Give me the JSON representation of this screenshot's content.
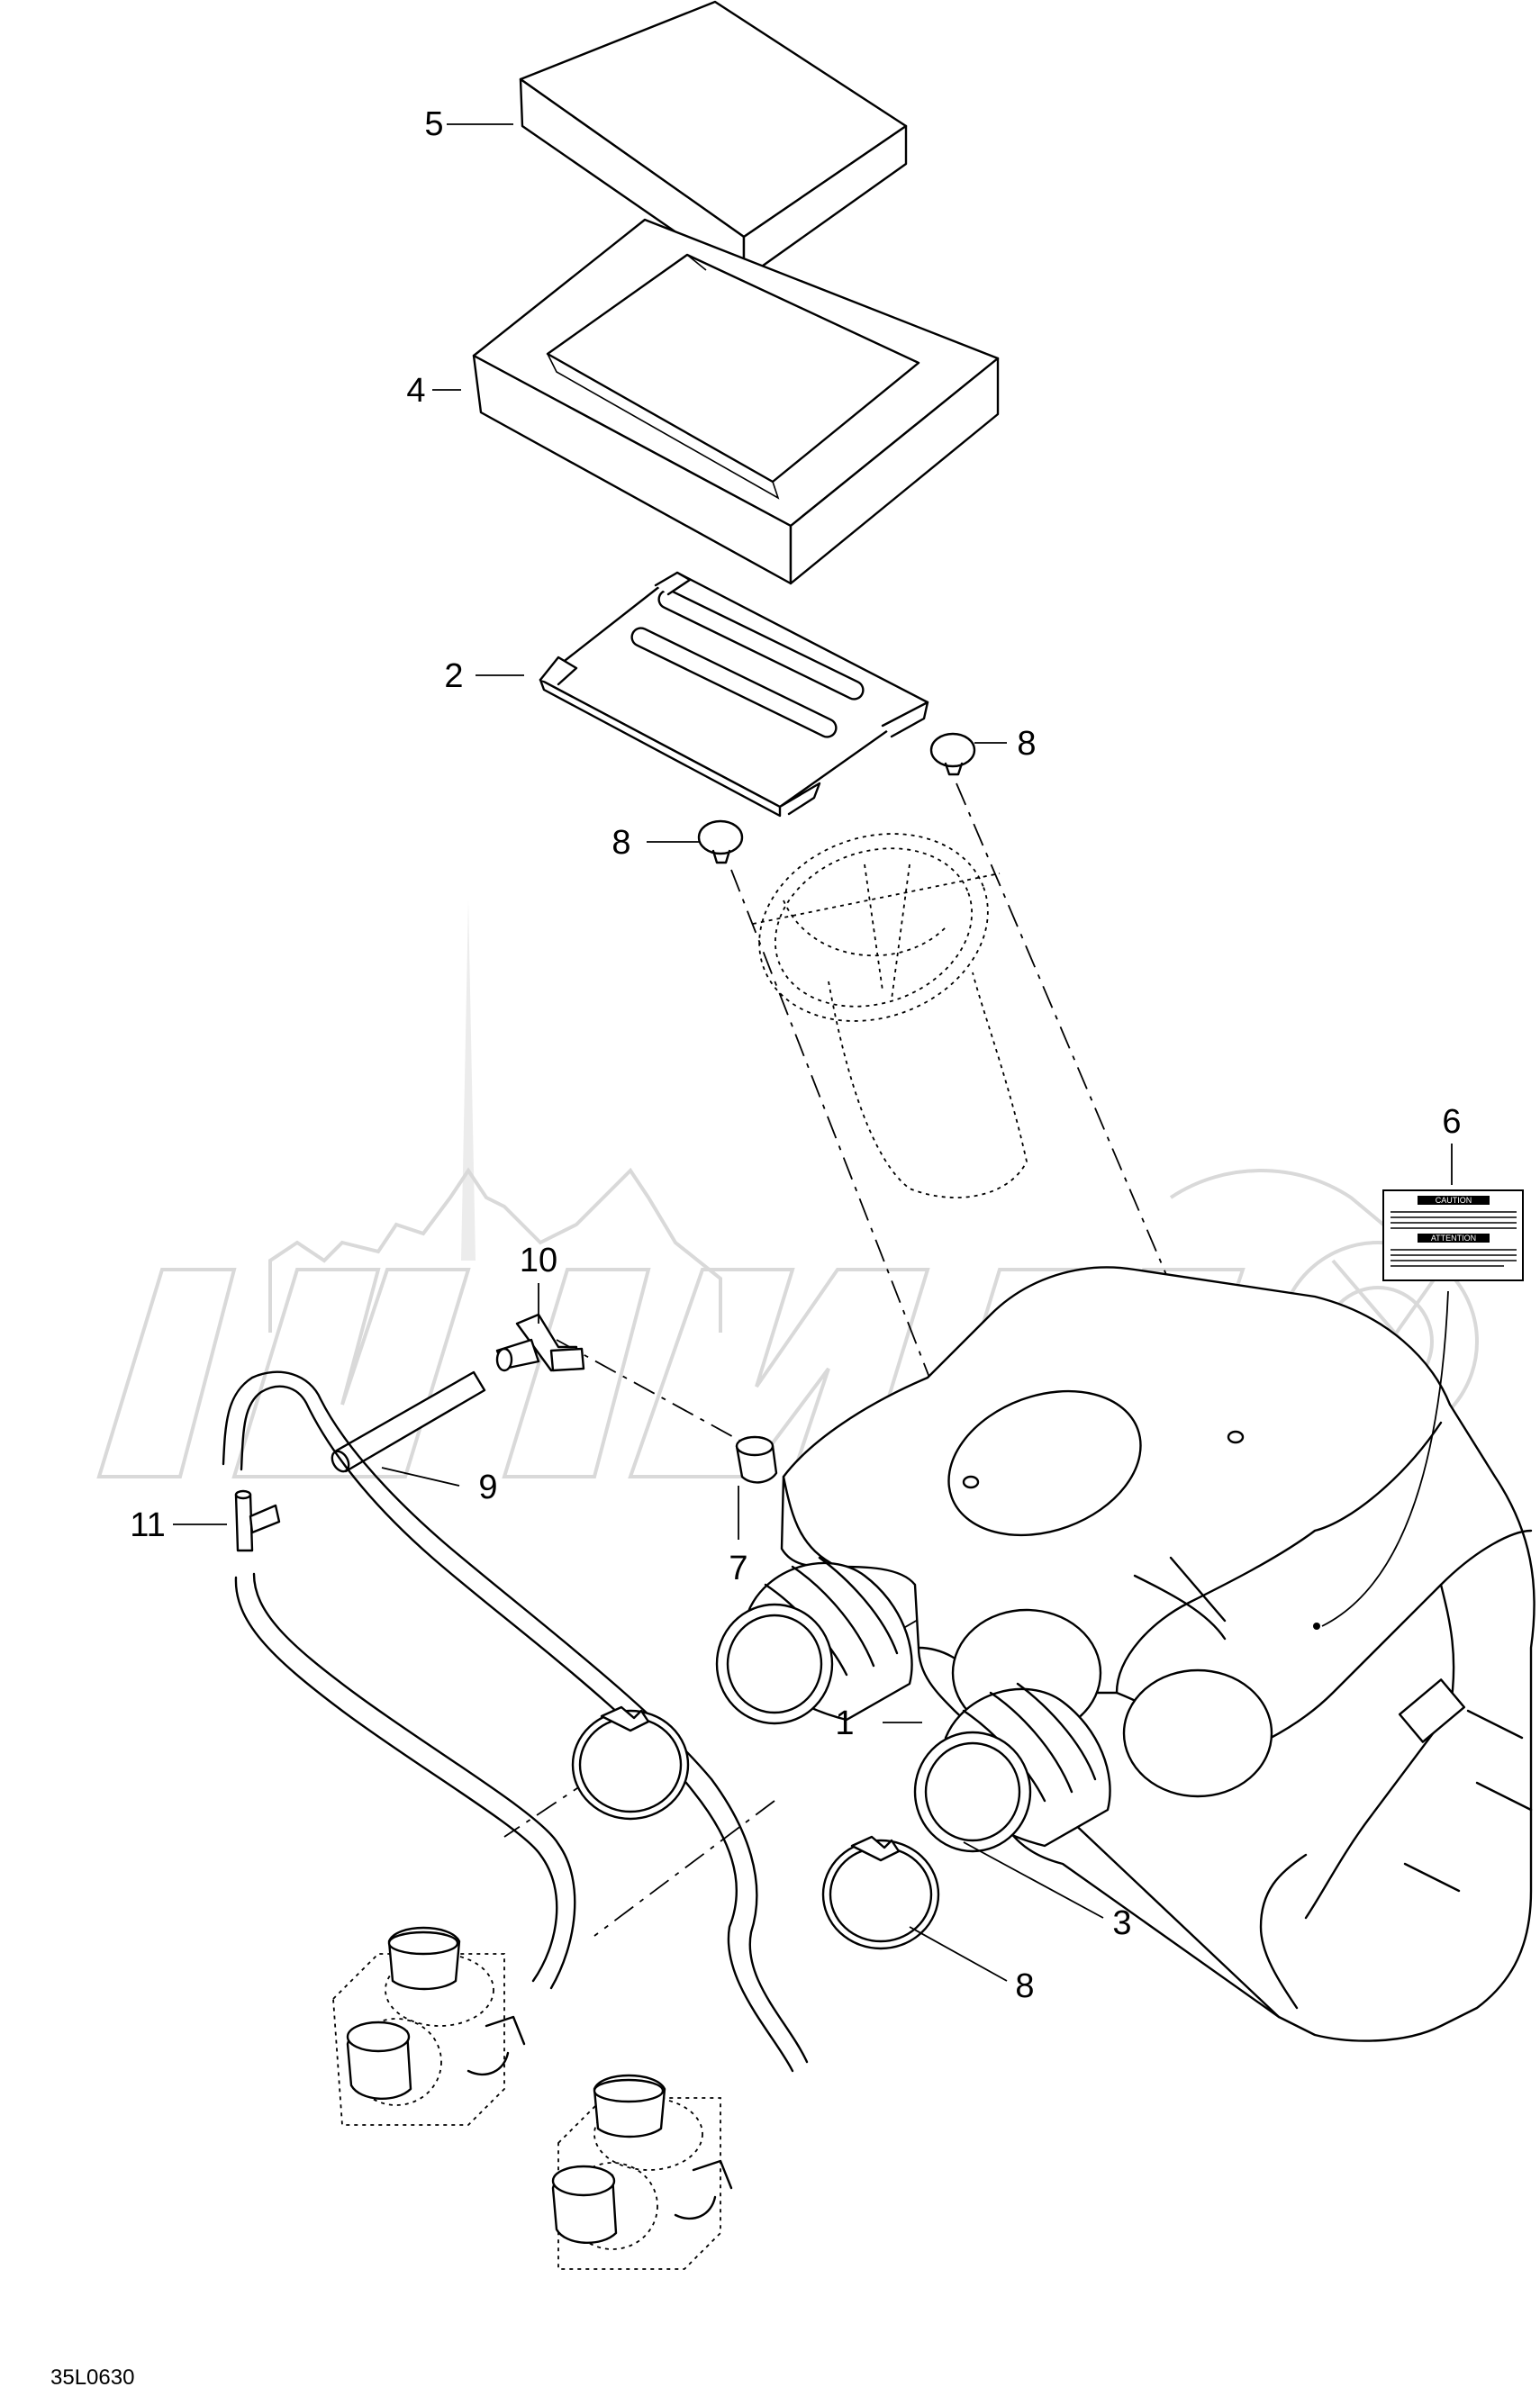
{
  "diagram_ref": "35L0630",
  "callouts": [
    {
      "id": "c5",
      "text": "5"
    },
    {
      "id": "c4",
      "text": "4"
    },
    {
      "id": "c2",
      "text": "2"
    },
    {
      "id": "c8a",
      "text": "8"
    },
    {
      "id": "c8b",
      "text": "8"
    },
    {
      "id": "c6",
      "text": "6"
    },
    {
      "id": "c10",
      "text": "10"
    },
    {
      "id": "c9",
      "text": "9"
    },
    {
      "id": "c11",
      "text": "11"
    },
    {
      "id": "c7",
      "text": "7"
    },
    {
      "id": "c1",
      "text": "1"
    },
    {
      "id": "c3",
      "text": "3"
    },
    {
      "id": "c8c",
      "text": "8"
    }
  ],
  "decal": {
    "caution": "CAUTION",
    "attention": "ATTENTION"
  },
  "colors": {
    "line": "#000000",
    "background": "#ffffff",
    "watermark": "#d9d9d9"
  }
}
